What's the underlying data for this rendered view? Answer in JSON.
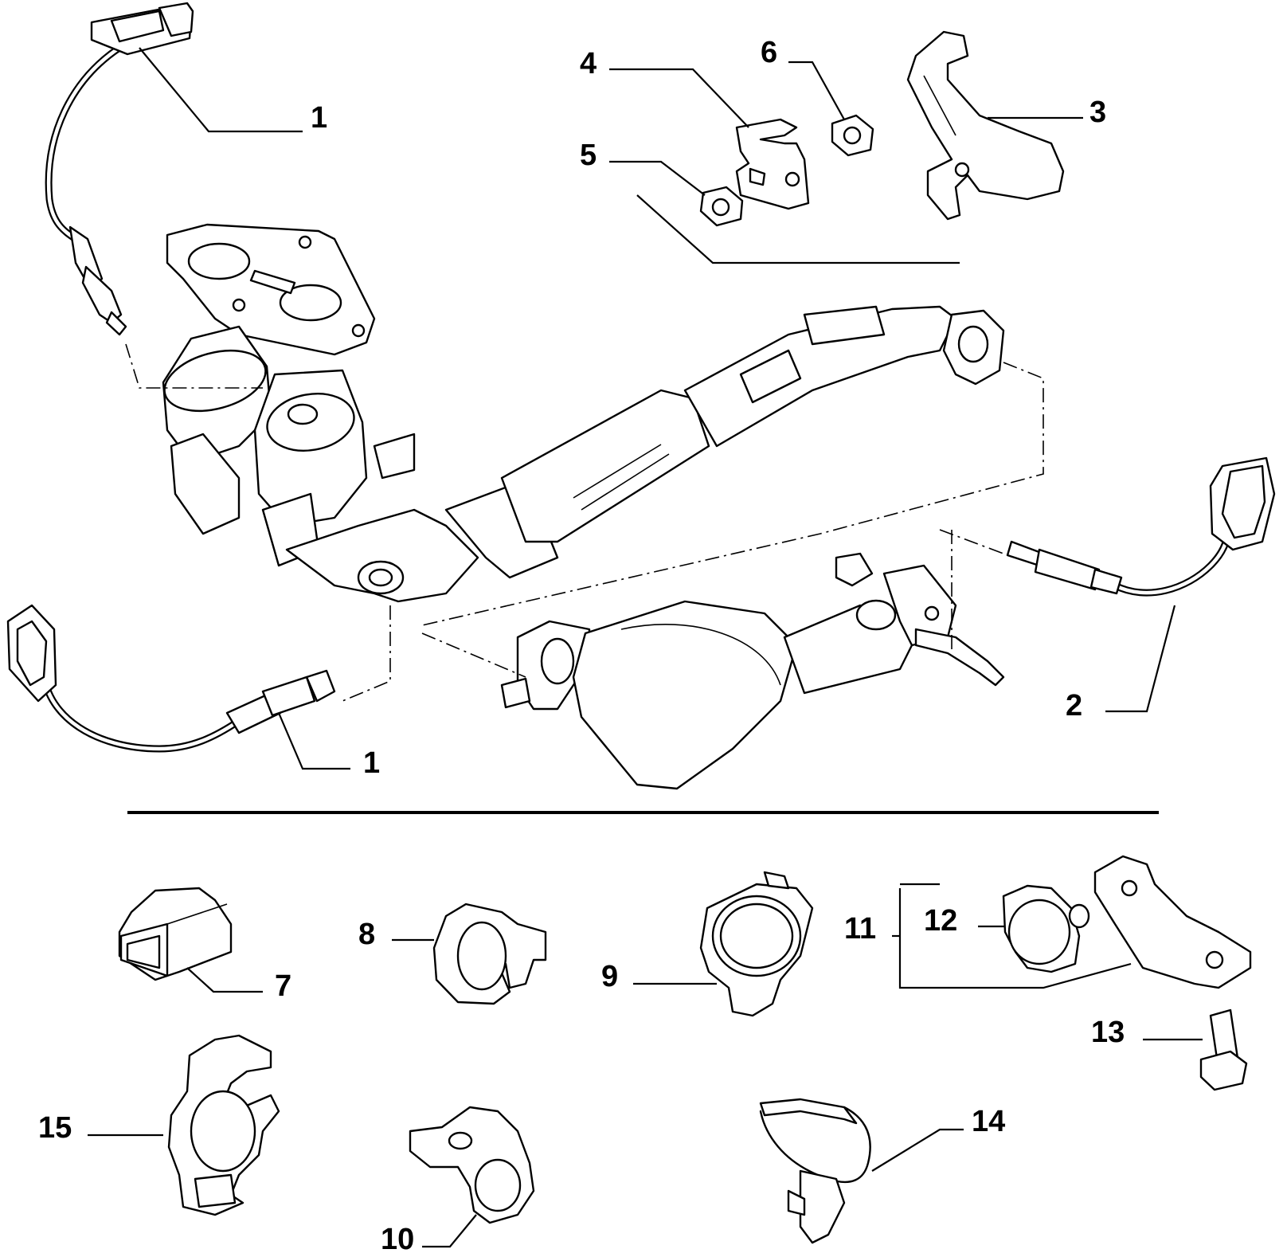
{
  "callouts": [
    {
      "id": "1a",
      "label": "1"
    },
    {
      "id": "1b",
      "label": "1"
    },
    {
      "id": "2",
      "label": "2"
    },
    {
      "id": "3",
      "label": "3"
    },
    {
      "id": "4",
      "label": "4"
    },
    {
      "id": "5",
      "label": "5"
    },
    {
      "id": "6",
      "label": "6"
    },
    {
      "id": "7",
      "label": "7"
    },
    {
      "id": "8",
      "label": "8"
    },
    {
      "id": "9",
      "label": "9"
    },
    {
      "id": "10",
      "label": "10"
    },
    {
      "id": "11",
      "label": "11"
    },
    {
      "id": "12",
      "label": "12"
    },
    {
      "id": "13",
      "label": "13"
    },
    {
      "id": "14",
      "label": "14"
    },
    {
      "id": "15",
      "label": "15"
    }
  ]
}
